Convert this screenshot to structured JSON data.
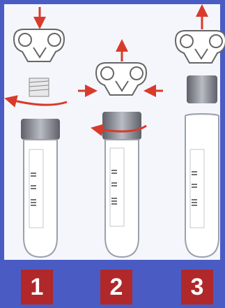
{
  "steps": [
    {
      "number": "1"
    },
    {
      "number": "2"
    },
    {
      "number": "3"
    }
  ],
  "colors": {
    "background": "#4a5cc4",
    "panel": "#f4f6fb",
    "arrow": "#d93a2b",
    "badge": "#b0282a",
    "cap_ridges": "#7e8087",
    "tube_outline": "#9aa0aa",
    "label_lines": "#444444"
  },
  "icons": {
    "key_tool": "key-cap-opener-icon",
    "tube": "sample-tube-icon",
    "arrow": "arrow-icon"
  }
}
